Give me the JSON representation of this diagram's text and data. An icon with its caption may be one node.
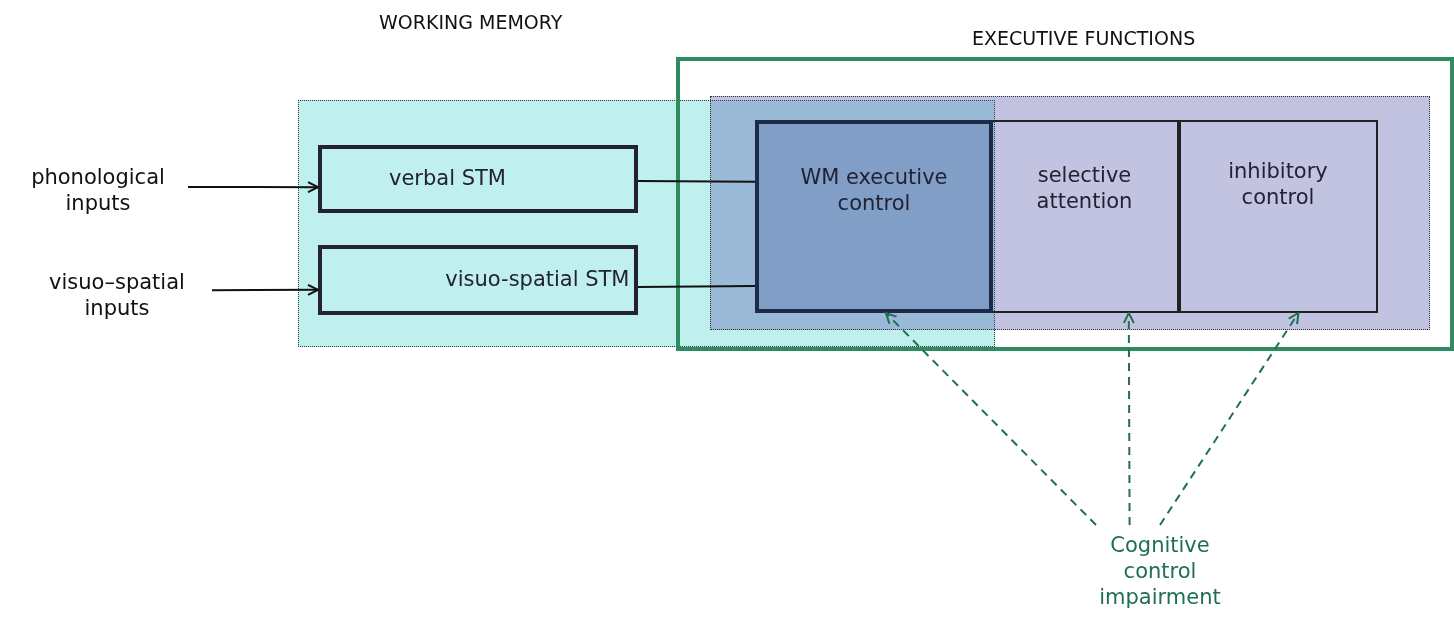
{
  "diagram": {
    "nodes": [
      {
        "text": [
          "WORKING MEMORY"
        ]
      },
      {
        "text": [
          "verbal  STM"
        ],
        "in": 0
      },
      {
        "text": [
          "visuo-spatial STM"
        ],
        "in": 0
      },
      {
        "text": [
          "EXECUTIVE FUNCTIONS"
        ]
      },
      {
        "text": [],
        "shape": "box",
        "in": 3
      },
      {
        "text": [
          "WM executive control"
        ]
      },
      {
        "text": [
          "selective attention"
        ],
        "in": 4
      },
      {
        "text": [
          "inhibitory control"
        ],
        "in": 4
      },
      {
        "text": [
          "phonological inputs"
        ]
      },
      {
        "text": [
          "visuo–spatial inputs"
        ]
      },
      {
        "text": [
          "Cognitive control impairment"
        ]
      }
    ],
    "edges": [
      {
        "from": 8,
        "to": 1,
        "arrow": "to"
      },
      {
        "from": 9,
        "to": 2,
        "arrow": "to"
      },
      {
        "from": 1,
        "to": 5,
        "arrow": "none"
      },
      {
        "from": 2,
        "to": 5,
        "arrow": "none"
      },
      {
        "from": 10,
        "to": 5,
        "arrow": "to",
        "style": "dashed",
        "color": "#1f7050"
      },
      {
        "from": 10,
        "to": 6,
        "arrow": "to",
        "style": "dashed",
        "color": "#1f7050"
      },
      {
        "from": 10,
        "to": 7,
        "arrow": "to",
        "style": "dashed",
        "color": "#1f7050"
      }
    ]
  }
}
